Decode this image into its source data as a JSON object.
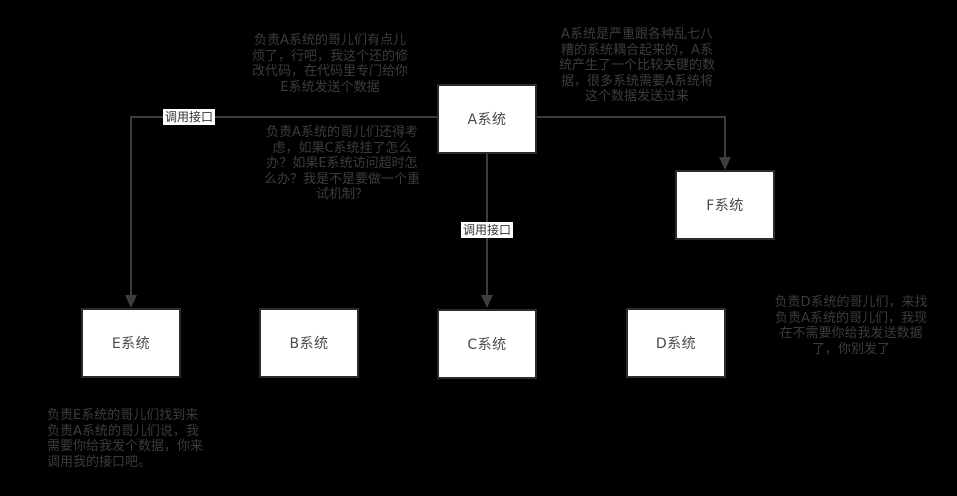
{
  "diagram": {
    "nodes": {
      "a": {
        "label": "A系统"
      },
      "f": {
        "label": "F系统"
      },
      "e": {
        "label": "E系统"
      },
      "b": {
        "label": "B系统"
      },
      "c": {
        "label": "C系统"
      },
      "d": {
        "label": "D系统"
      }
    },
    "edge_labels": {
      "a_to_e": "调用接口",
      "a_to_c": "调用接口"
    },
    "notes": {
      "a_to_e_note": "负责A系统的哥儿们有点儿\n烦了，行吧，我这个还的修\n改代码，在代码里专门给你\nE系统发送个数据",
      "coupling_note": "A系统是严重跟各种乱七八\n糟的系统耦合起来的，A系\n统产生了一个比较关键的数\n据，很多系统需要A系统将\n这个数据发送过来",
      "retry_note": "负责A系统的哥儿们还得考\n虑，如果C系统挂了怎么\n办？如果E系统访问超时怎\n么办？我是不是要做一个重\n试机制？",
      "d_note": "负责D系统的哥儿们，来找\n负责A系统的哥儿们，我现\n在不需要你给我发送数据\n了，你别发了",
      "e_note": "负责E系统的哥儿们找到来\n负责A系统的哥儿们说，我\n需要你给我发个数据，你来\n调用我的接口吧。"
    },
    "colors": {
      "background": "#000000",
      "line": "#3d3d3d",
      "box_background": "#ffffff",
      "box_border": "#2b2b2b",
      "box_text": "#4a4a4a",
      "note_text": "#3c3c3c",
      "edge_label_background": "#ffffff",
      "edge_label_text": "#333333"
    }
  }
}
